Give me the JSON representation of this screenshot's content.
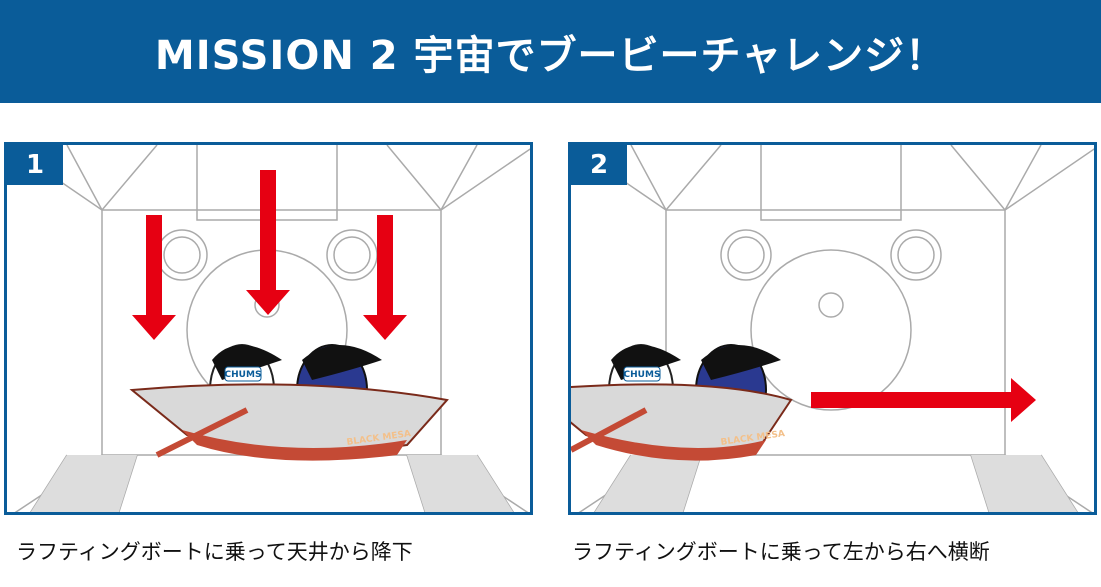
{
  "header": {
    "title": "MISSION 2 宇宙でブービーチャレンジ！"
  },
  "panels": [
    {
      "number": "1",
      "caption": "ラフティングボートに乗って天井から降下",
      "boat_text": "BLACK MESA",
      "shirt_text": "CHUMS",
      "arrow_direction": "down"
    },
    {
      "number": "2",
      "caption": "ラフティングボートに乗って左から右へ横断",
      "boat_text": "BLACK MESA",
      "shirt_text": "CHUMS",
      "arrow_direction": "right"
    }
  ],
  "colors": {
    "brand": "#0a5c99",
    "arrow": "#e60012"
  }
}
